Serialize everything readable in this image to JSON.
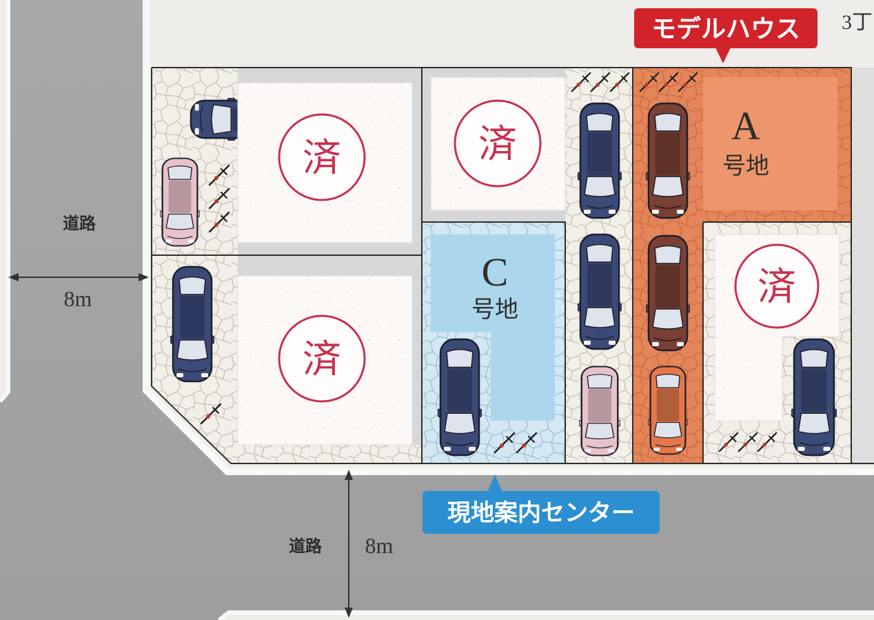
{
  "map": {
    "corner_label": "3丁",
    "model_house_banner": "モデルハウス",
    "site_center_banner": "現地案内センター",
    "roads": [
      {
        "label": "道路",
        "width": "8m"
      },
      {
        "label": "道路",
        "width": "8m"
      }
    ],
    "lots": {
      "top_left": {
        "stamp": "済"
      },
      "bottom_left": {
        "stamp": "済"
      },
      "top_middle": {
        "stamp": "済"
      },
      "lot_a": {
        "name": "A",
        "suffix": "号地"
      },
      "lot_c": {
        "name": "C",
        "suffix": "号地"
      },
      "bottom_right": {
        "stamp": "済"
      }
    }
  },
  "colors": {
    "road": "#a5a5a5",
    "sold_stamp": "#c8304f",
    "model_house_banner": "#d1232a",
    "site_center_banner": "#2b8fd1",
    "lot_a": "#ee966b",
    "lot_c": "#acd6ec",
    "lot_border": "#2f2f2f"
  },
  "icons": {
    "car": "car-icon",
    "bicycle": "bicycle-icon"
  }
}
